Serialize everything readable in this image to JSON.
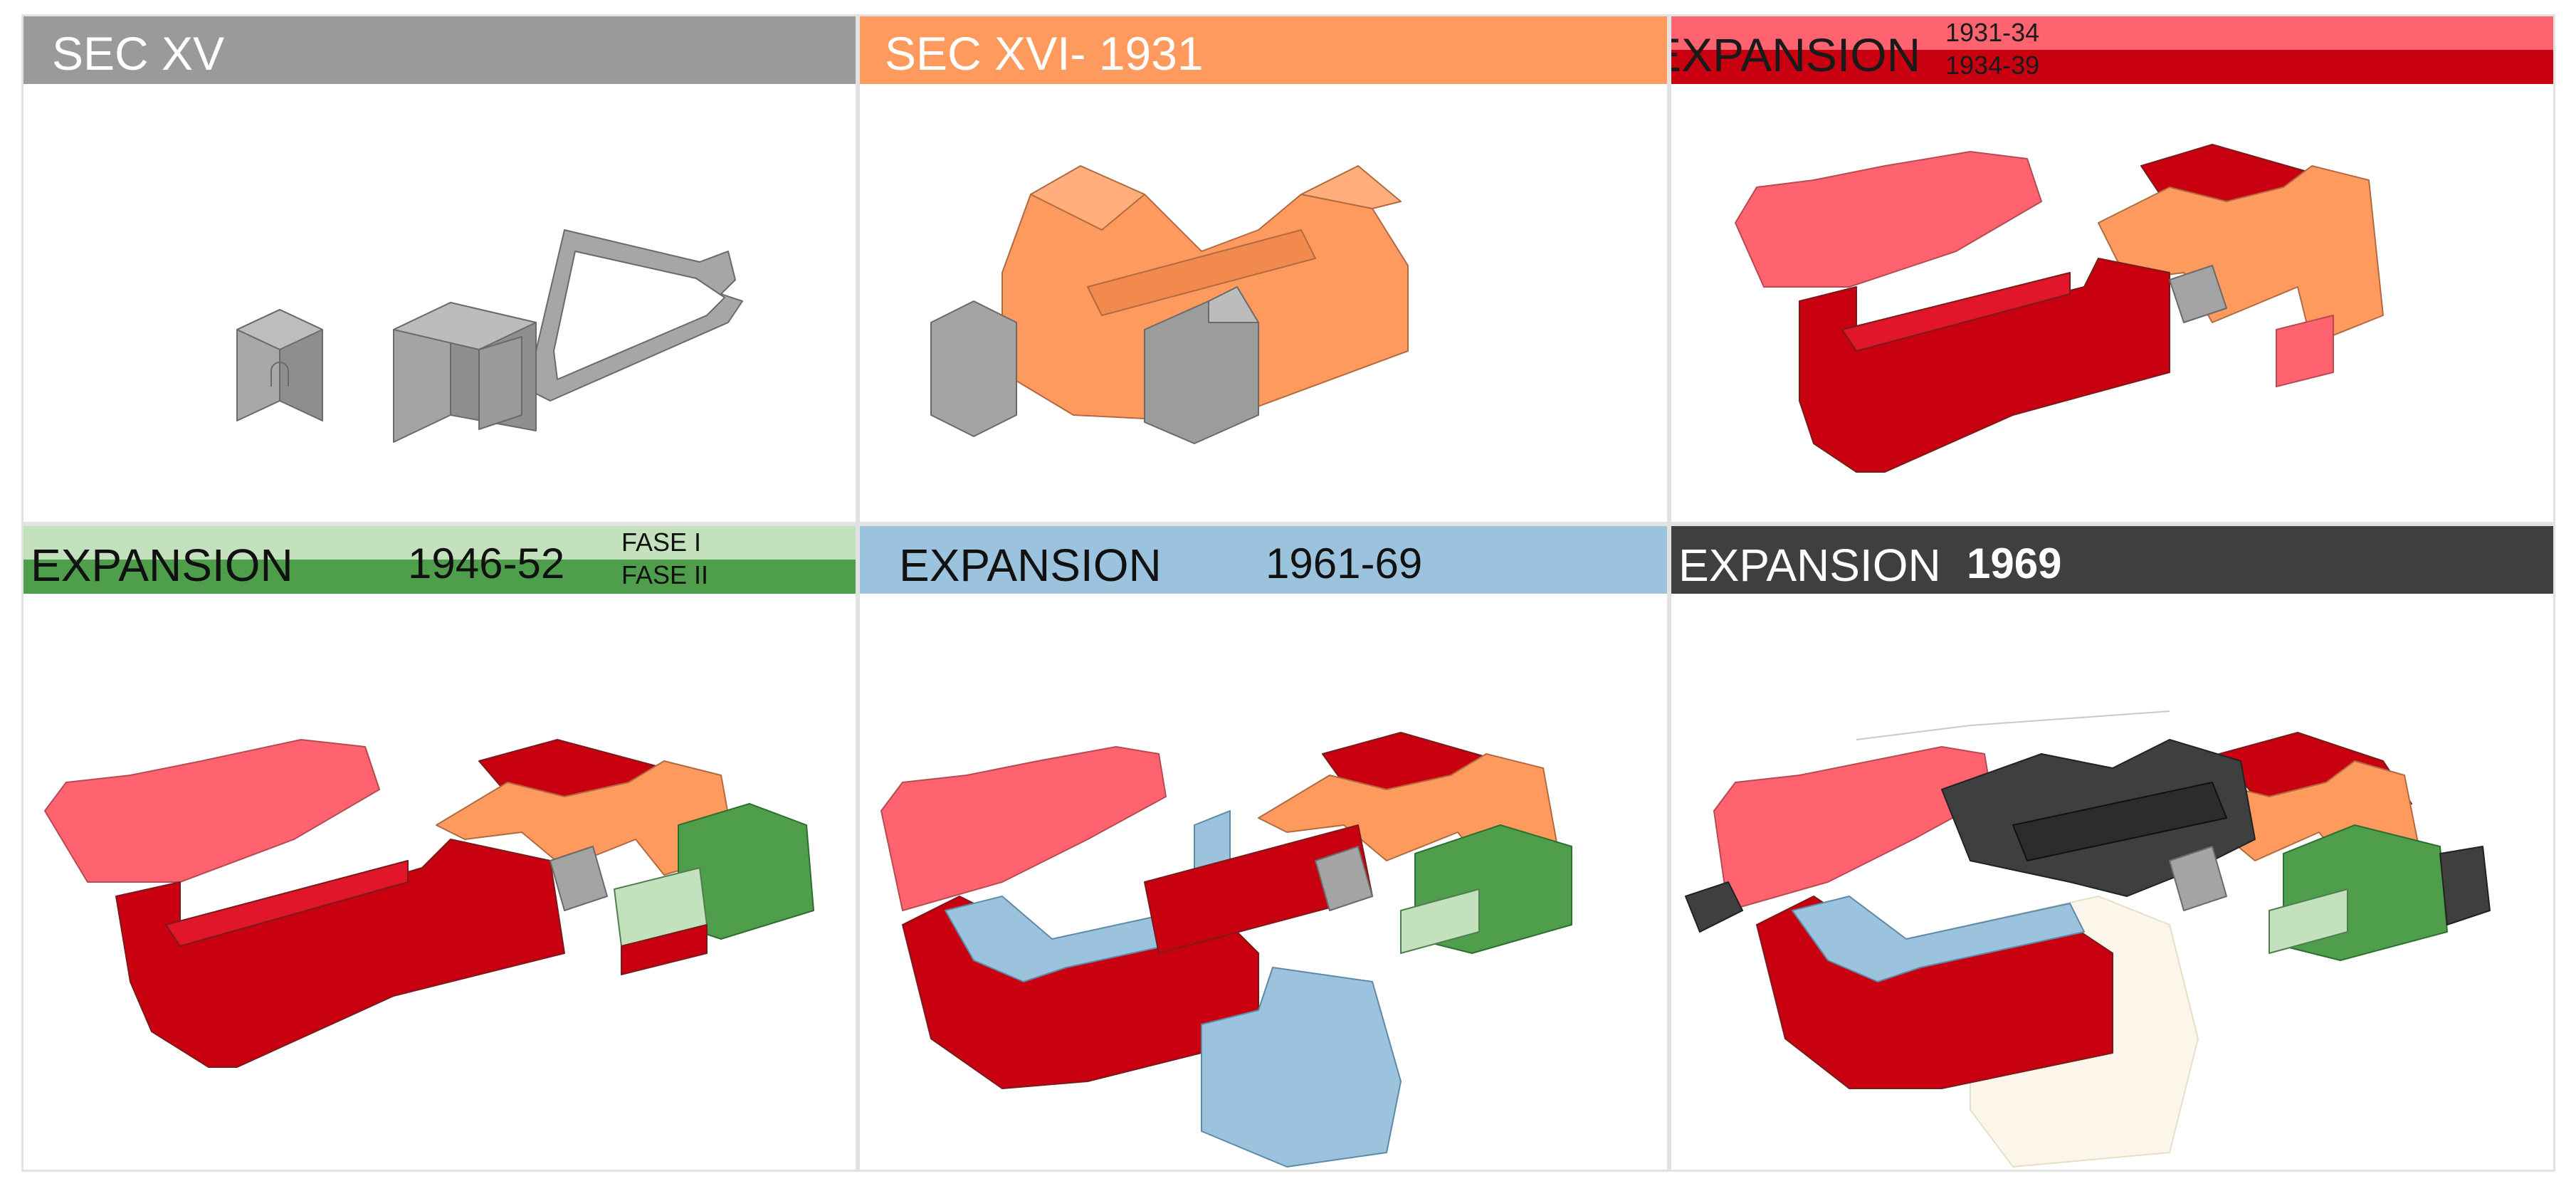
{
  "colors": {
    "sec_xv": "#9a9a9a",
    "sec_xvi_1931": "#ff9a5e",
    "exp_1931_34": "#ff6370",
    "exp_1934_39": "#c8000f",
    "fase_i": "#c3e1bd",
    "fase_ii": "#4e9e4c",
    "exp_1961_69": "#9bc3dd",
    "exp_1969": "#3f3f3f",
    "proposed_outline": "#fbf6e9"
  },
  "panels": [
    {
      "title": "SEC XV"
    },
    {
      "title": "SEC XVI- 1931"
    },
    {
      "title": "EXPANSION",
      "sub_top": "1931-34",
      "sub_bottom": "1934-39"
    },
    {
      "title": "EXPANSION",
      "years": "1946-52",
      "sub_top": "FASE I",
      "sub_bottom": "FASE II"
    },
    {
      "title": "EXPANSION",
      "years": "1961-69"
    },
    {
      "title": "EXPANSION",
      "years": "1969"
    }
  ]
}
